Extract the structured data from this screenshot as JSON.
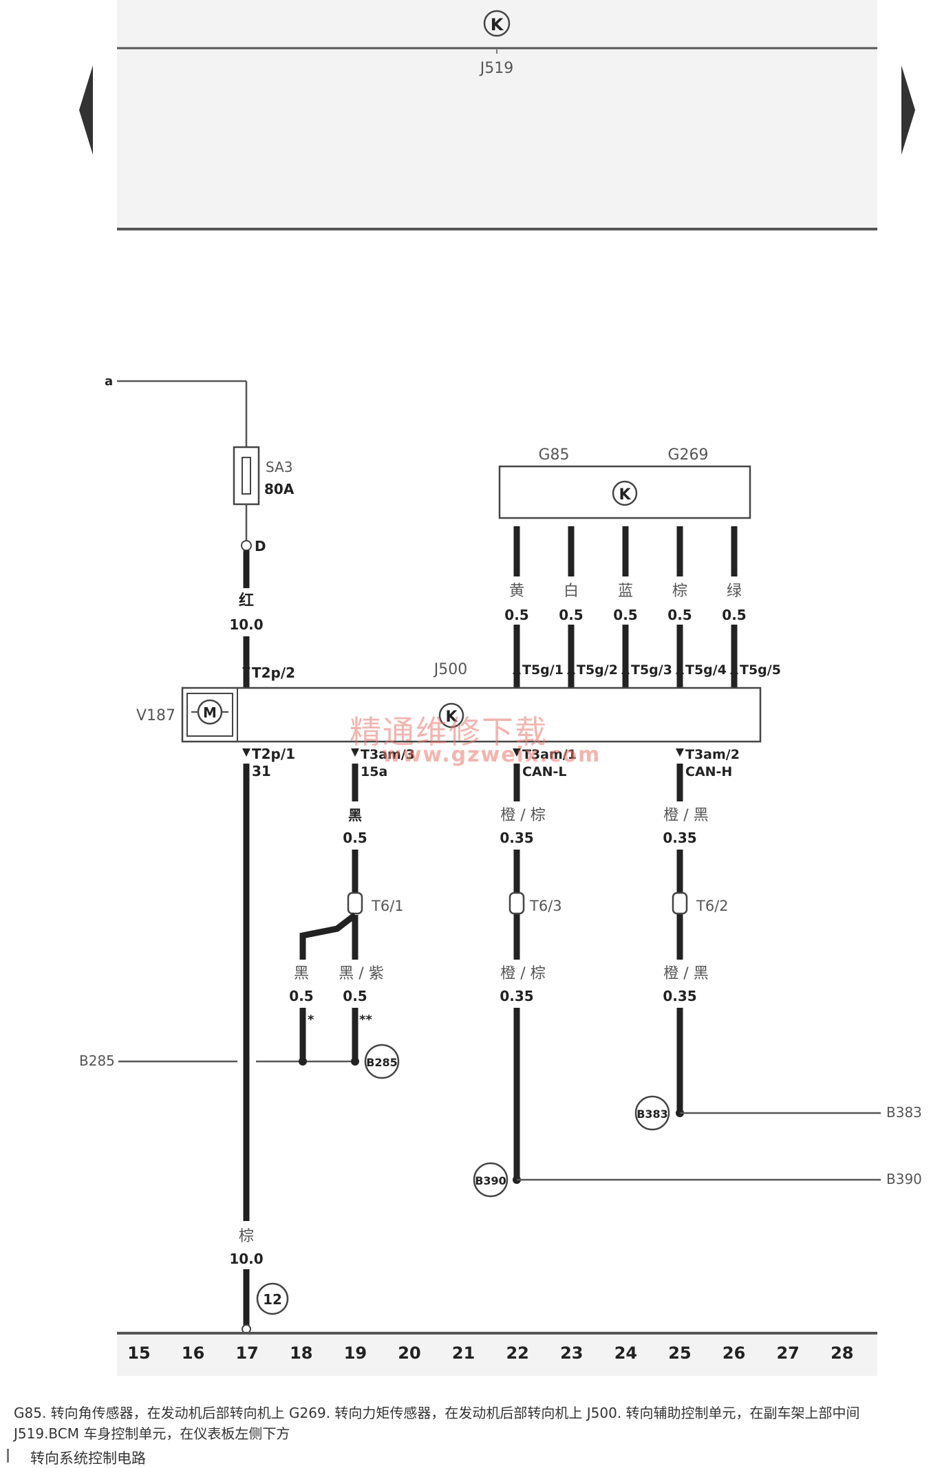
{
  "top_panel": {
    "unit_label": "J519",
    "symbol": "K"
  },
  "supply": {
    "input_label": "a",
    "fuse_name": "SA3",
    "fuse_rating": "80A",
    "connector": "D",
    "wire_color": "红",
    "wire_size": "10.0",
    "pin": "T2p/2"
  },
  "sensor_box": {
    "label_left": "G85",
    "label_right": "G269",
    "symbol": "K"
  },
  "sensor_wires": [
    {
      "color": "黄",
      "size": "0.5",
      "pin": "T5g/1"
    },
    {
      "color": "白",
      "size": "0.5",
      "pin": "T5g/2"
    },
    {
      "color": "蓝",
      "size": "0.5",
      "pin": "T5g/3"
    },
    {
      "color": "棕",
      "size": "0.5",
      "pin": "T5g/4"
    },
    {
      "color": "绿",
      "size": "0.5",
      "pin": "T5g/5"
    }
  ],
  "main_unit": {
    "label": "J500",
    "motor_label": "V187",
    "motor_symbol": "M",
    "symbol": "K"
  },
  "outputs": {
    "ground": {
      "pin": "T2p/1",
      "terminal": "31",
      "wire_color": "棕",
      "wire_size": "10.0",
      "ground_point": "12"
    },
    "ign": {
      "pin": "T3am/3",
      "terminal": "15a",
      "wire_color": "黑",
      "wire_size": "0.5",
      "connector": "T6/1",
      "branch_left_color": "黑",
      "branch_left_size": "0.5",
      "branch_left_mark": "*",
      "branch_right_color": "黑 / 紫",
      "branch_right_size": "0.5",
      "branch_right_mark": "**",
      "bus_label": "B285",
      "node_label": "B285"
    },
    "can_l": {
      "pin": "T3am/1",
      "terminal": "CAN-L",
      "wire_color": "橙 / 棕",
      "wire_size": "0.35",
      "connector": "T6/3",
      "wire2_color": "橙 / 棕",
      "wire2_size": "0.35",
      "node_label": "B390",
      "bus_label": "B390"
    },
    "can_h": {
      "pin": "T3am/2",
      "terminal": "CAN-H",
      "wire_color": "橙 / 黑",
      "wire_size": "0.35",
      "connector": "T6/2",
      "wire2_color": "橙 / 黑",
      "wire2_size": "0.35",
      "node_label": "B383",
      "bus_label": "B383"
    }
  },
  "ruler": [
    "15",
    "16",
    "17",
    "18",
    "19",
    "20",
    "21",
    "22",
    "23",
    "24",
    "25",
    "26",
    "27",
    "28"
  ],
  "watermark": {
    "line1": "精通维修下载",
    "line2": "www.gzweix.com"
  },
  "captions": {
    "line1": "G85. 转向角传感器，在发动机后部转向机上      G269. 转向力矩传感器，在发动机后部转向机上      J500. 转向辅助控制单元，在副车架上部中间",
    "line2": "J519.BCM 车身控制单元，在仪表板左侧下方"
  },
  "footer": "转向系统控制电路",
  "colors": {
    "wire": "#222222",
    "line": "#555555",
    "panel": "#f3f3f3",
    "watermark": "#e8786e"
  }
}
